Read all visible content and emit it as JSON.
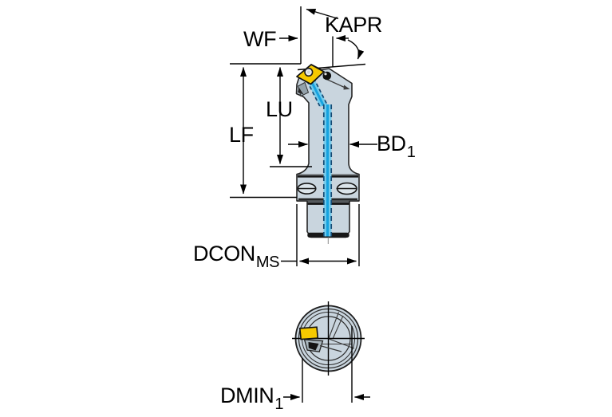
{
  "diagram": {
    "labels": {
      "kapr": "KAPR",
      "wf": "WF",
      "lu": "LU",
      "lf": "LF",
      "bd_base": "BD",
      "bd_sub": "1",
      "dcon_base": "DCON",
      "dcon_sub": "MS",
      "dmin_base": "DMIN",
      "dmin_sub": "1"
    }
  },
  "colors": {
    "body": "#c9d5de",
    "insert": "#f6c900",
    "coolant_fill": "#74cbec",
    "coolant_core": "#17a3df",
    "coolant_dash": "#164a73",
    "dim": "#000000",
    "background": "#ffffff"
  }
}
